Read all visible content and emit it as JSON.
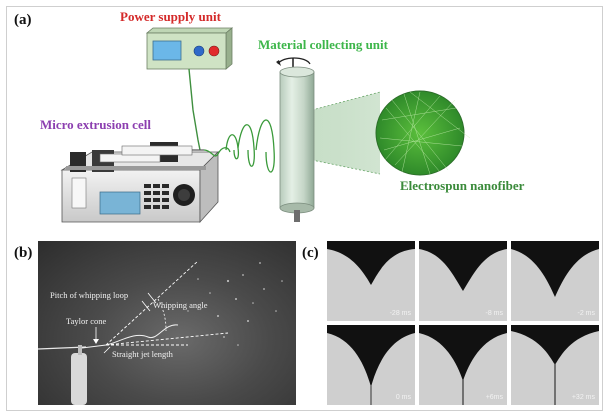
{
  "panel_a": {
    "letter": "(a)",
    "power_supply": "Power supply unit",
    "collecting": "Material collecting unit",
    "micro_extrusion": "Micro extrusion cell",
    "nanofiber": "Electrospun nanofiber"
  },
  "panel_b": {
    "letter": "(b)",
    "pitch": "Pitch of whipping loop",
    "whipping_angle": "Whipping angle",
    "taylor_cone": "Taylor cone",
    "straight_jet": "Straight jet length"
  },
  "panel_c": {
    "letter": "(c)",
    "frames": [
      {
        "time": "-28 ms"
      },
      {
        "time": "-8 ms"
      },
      {
        "time": "-2 ms"
      },
      {
        "time": "0 ms"
      },
      {
        "time": "+6ms"
      },
      {
        "time": "+32 ms"
      }
    ]
  },
  "colors": {
    "power_label": "#d42a2a",
    "collecting_label": "#3db64a",
    "extrusion_label": "#8c3fb0",
    "nanofiber_label": "#3a8a3a"
  }
}
